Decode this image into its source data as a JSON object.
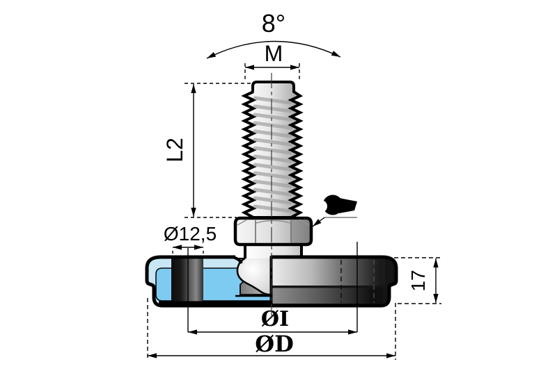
{
  "figure": {
    "title": "adjustable leveling foot - dimensioned section drawing",
    "labels": {
      "tilt_angle": "8°",
      "thread_size": "M",
      "thread_length": "L2",
      "insert_diameter": "Ø12,5",
      "height": "17",
      "inner_diameter": "ØI",
      "outer_diameter": "ØD"
    },
    "icons": {
      "wrench": "open-end-wrench"
    },
    "colors": {
      "background": "#ffffff",
      "outline": "#000000",
      "pad_pale_blue": "#c9e6f4",
      "pad_bright_blue": "#7ecbf2",
      "steel_light": "#f2f2f2",
      "steel_mid": "#9a9a9a",
      "rubber_black": "#111111",
      "leader_gray": "#999999"
    }
  }
}
